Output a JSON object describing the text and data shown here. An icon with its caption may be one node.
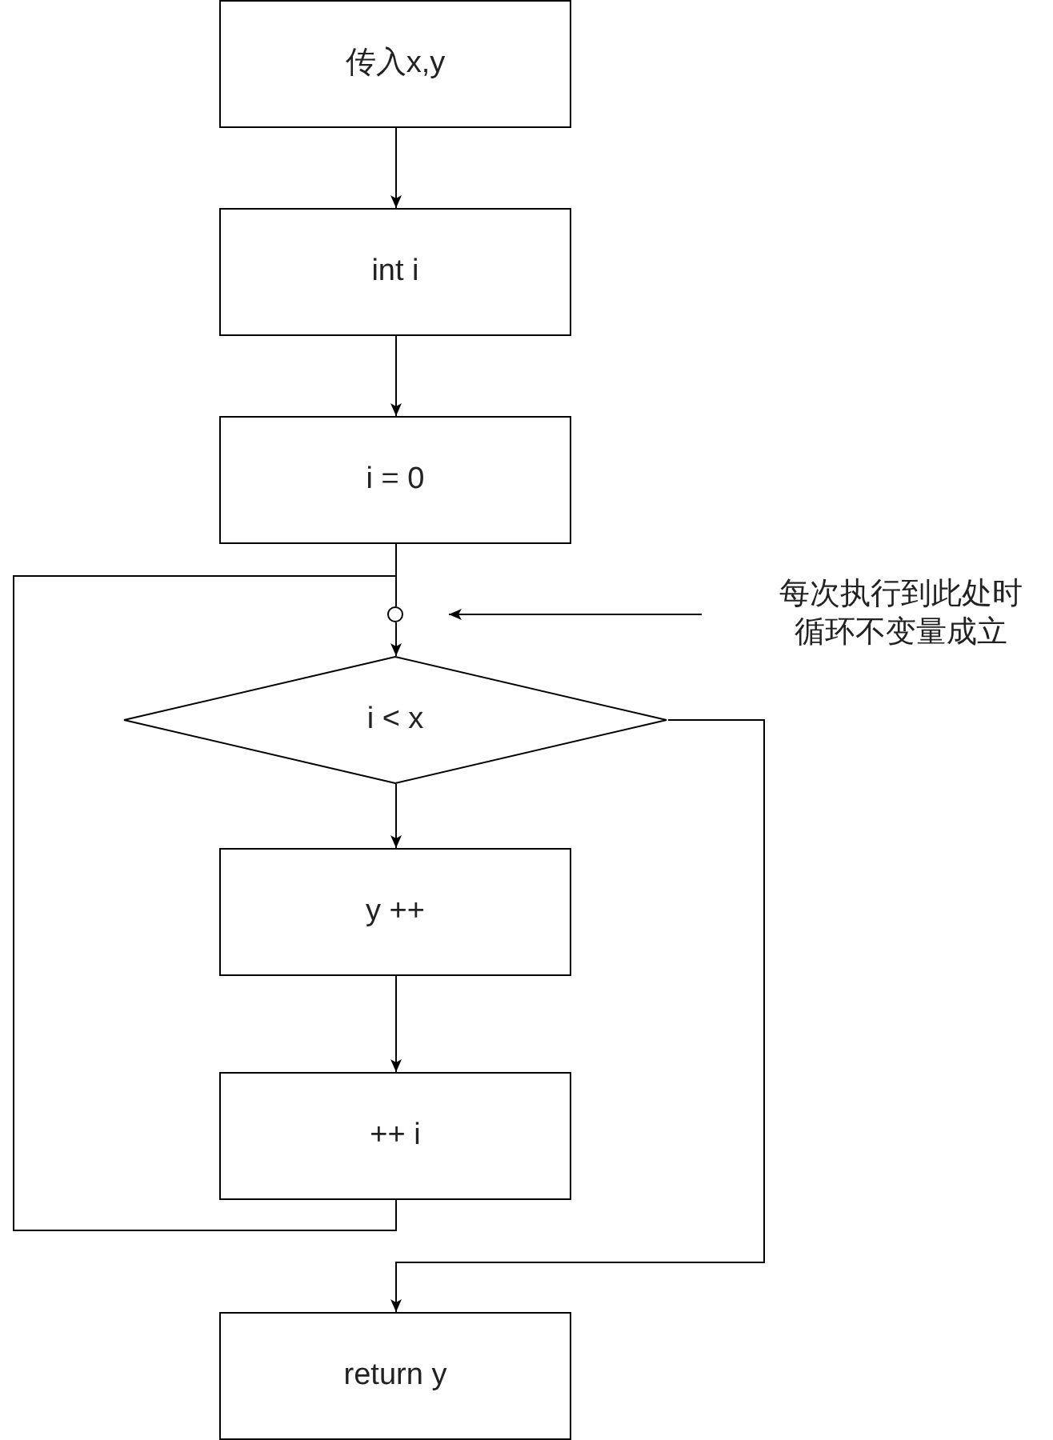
{
  "diagram": {
    "nodes": [
      {
        "text": [
          "传入x,y"
        ]
      },
      {
        "text": [
          "int i"
        ]
      },
      {
        "text": [
          "i = 0"
        ]
      },
      {
        "text": [],
        "shape": "circle"
      },
      {
        "text": [
          "i < x"
        ]
      },
      {
        "text": [
          "y ++"
        ]
      },
      {
        "text": [
          "++ i"
        ]
      },
      {
        "text": [
          "return y"
        ]
      },
      {
        "text": [
          "每次执行到此处时循环不变量成立"
        ]
      }
    ],
    "edges": [
      {
        "from": 0,
        "to": 1,
        "arrow": "to"
      },
      {
        "from": 1,
        "to": 2,
        "arrow": "to"
      },
      {
        "from": 2,
        "to": 3,
        "arrow": "none"
      },
      {
        "from": 3,
        "to": 4,
        "arrow": "to"
      },
      {
        "from": 4,
        "to": 5,
        "arrow": "to"
      },
      {
        "from": 5,
        "to": 6,
        "arrow": "to"
      },
      {
        "from": 6,
        "to": 3,
        "arrow": "none"
      },
      {
        "from": 4,
        "to": 7,
        "arrow": "to"
      },
      {
        "from": 8,
        "to": 3,
        "arrow": "to"
      }
    ]
  }
}
